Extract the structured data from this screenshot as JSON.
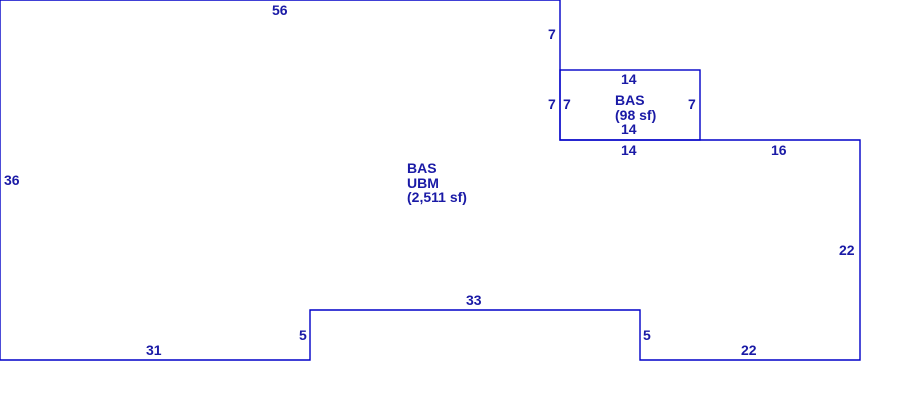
{
  "main_area": {
    "label_line1": "BAS",
    "label_line2": "UBM",
    "label_line3": "(2,511 sf)"
  },
  "small_area": {
    "label_line1": "BAS",
    "label_line2": "(98 sf)"
  },
  "dimensions": {
    "top": "56",
    "left": "36",
    "notch_upper_right_side": "7",
    "small_left_outer": "7",
    "small_left_inner": "7",
    "small_top": "14",
    "small_right": "7",
    "small_bottom_inner": "14",
    "step_bottom": "14",
    "right_top": "16",
    "right_side": "22",
    "bottom_right": "22",
    "notch_right_side": "5",
    "notch_top": "33",
    "notch_left_side": "5",
    "bottom_left": "31"
  },
  "colors": {
    "line": "#0000c8",
    "text": "#1a1aa6"
  }
}
